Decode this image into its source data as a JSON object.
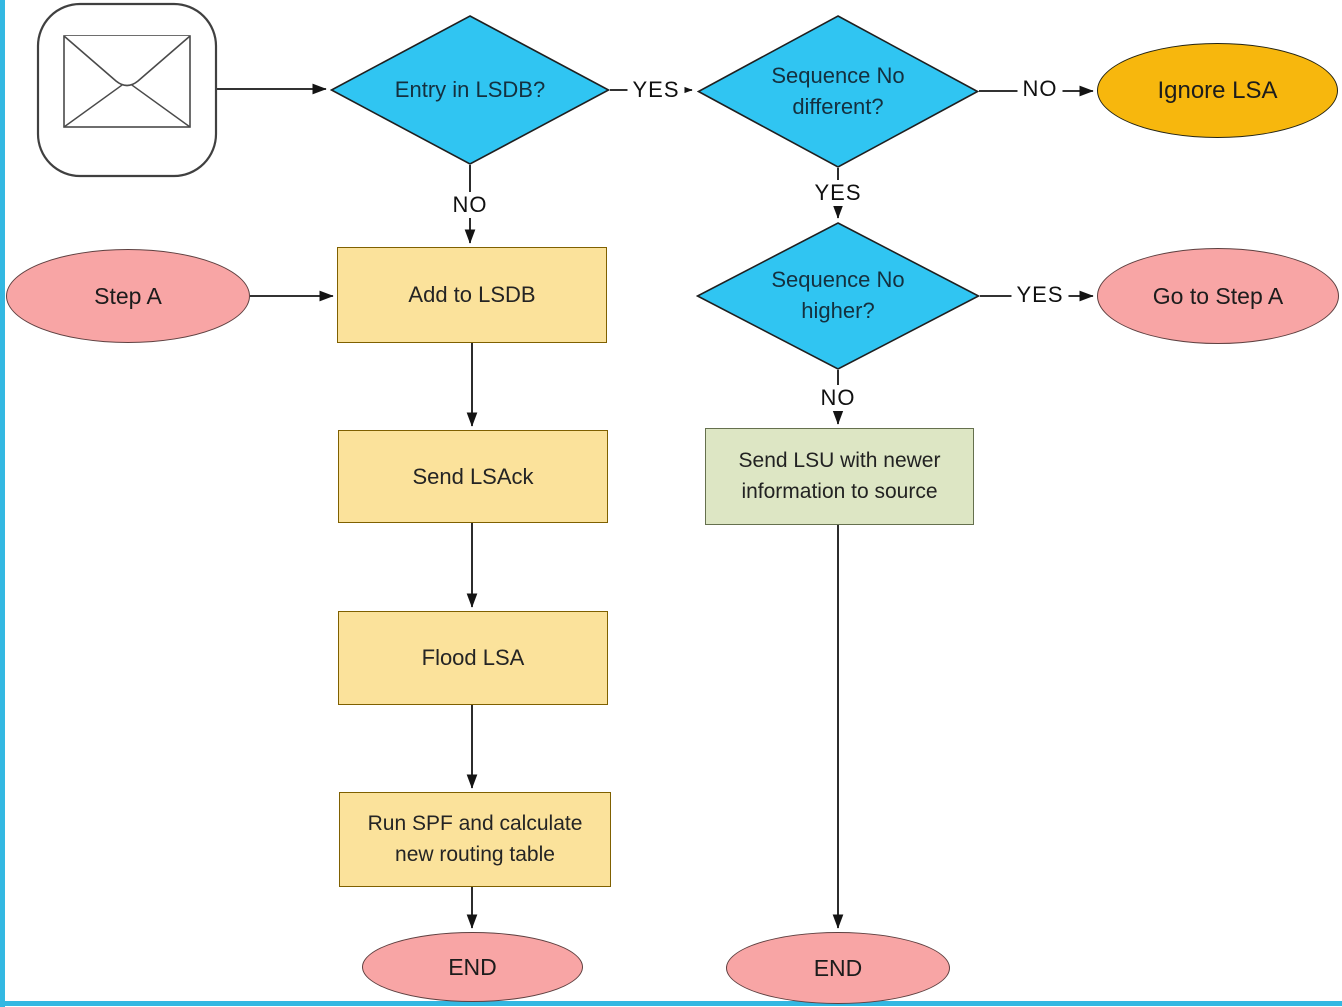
{
  "icons": {
    "start": "envelope-icon"
  },
  "colors": {
    "frame_accent": "#33B8E2",
    "decision_fill": "#30C5F2",
    "process_fill": "#FBE29B",
    "process_border": "#7F6000",
    "lsu_fill": "#DDE6C4",
    "terminator_pink_fill": "#F8A5A5",
    "ignore_orange_fill": "#F7B70D",
    "line_color": "#141414"
  },
  "nodes": {
    "entry_in_lsdb": {
      "label": "Entry in LSDB?"
    },
    "seq_no_different": {
      "line1": "Sequence No",
      "line2": "different?"
    },
    "ignore_lsa": {
      "label": "Ignore LSA"
    },
    "step_a": {
      "label": "Step A"
    },
    "add_to_lsdb": {
      "label": "Add to LSDB"
    },
    "seq_no_higher": {
      "line1": "Sequence No",
      "line2": "higher?"
    },
    "go_to_step_a": {
      "label": "Go to Step A"
    },
    "send_lsu": {
      "line1": "Send LSU with newer",
      "line2": "information to source"
    },
    "send_lsack": {
      "label": "Send LSAck"
    },
    "flood_lsa": {
      "label": "Flood LSA"
    },
    "run_spf": {
      "line1": "Run SPF and calculate",
      "line2": "new routing table"
    },
    "end_left": {
      "label": "END"
    },
    "end_right": {
      "label": "END"
    }
  },
  "edge_labels": {
    "entry_yes": "YES",
    "entry_no": "NO",
    "different_no": "NO",
    "different_yes": "YES",
    "higher_yes": "YES",
    "higher_no": "NO"
  }
}
